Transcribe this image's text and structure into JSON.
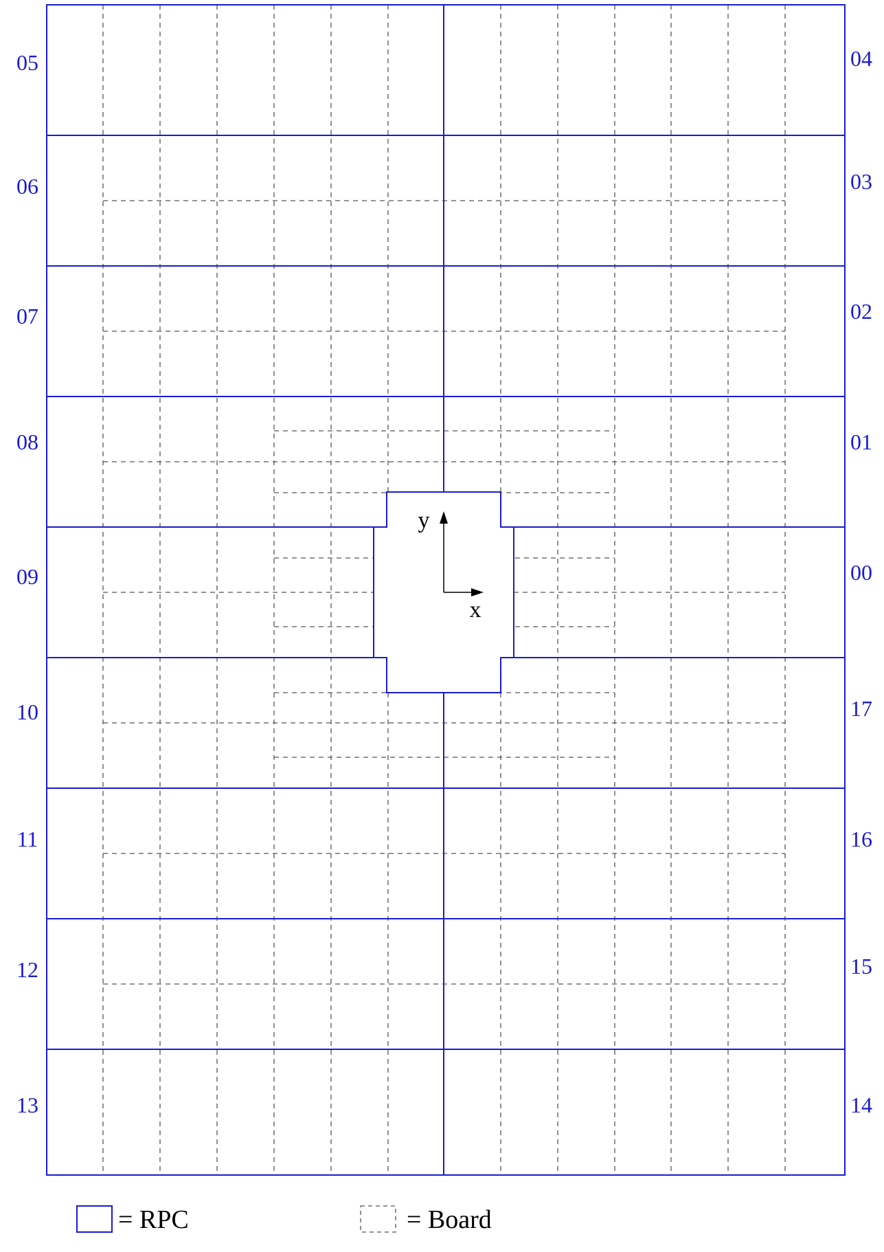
{
  "colors": {
    "rpc": "#1a1ad6",
    "board": "#555555",
    "axis": "#000000",
    "label": "#1a1ad6"
  },
  "left_labels": [
    "05",
    "06",
    "07",
    "08",
    "09",
    "10",
    "11",
    "12",
    "13"
  ],
  "right_labels": [
    "04",
    "03",
    "02",
    "01",
    "00",
    "17",
    "16",
    "15",
    "14"
  ],
  "axes": {
    "x_label": "x",
    "y_label": "y"
  },
  "legend": {
    "rpc_text": "= RPC",
    "board_text": "= Board"
  }
}
